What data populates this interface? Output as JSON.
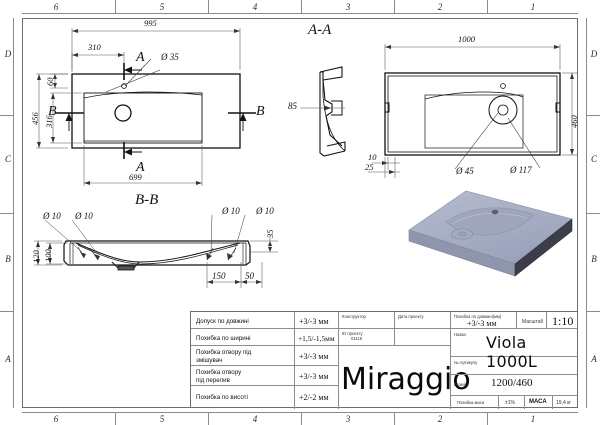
{
  "sheet": {
    "zones_top": [
      "6",
      "5",
      "4",
      "3",
      "2",
      "1"
    ],
    "zones_bottom": [
      "6",
      "5",
      "4",
      "3",
      "2",
      "1"
    ],
    "zones_left": [
      "D",
      "C",
      "B",
      "A"
    ],
    "zones_right": [
      "D",
      "C",
      "B",
      "A"
    ]
  },
  "views": {
    "top_view": {
      "dims": {
        "overall_length": "995",
        "offset_left": "310",
        "offset_top": "60",
        "overall_width": "456",
        "bowl_width": "316",
        "bowl_length": "699",
        "tap_hole": "Ø 35"
      },
      "section_marks": {
        "a": "A",
        "a2": "A",
        "b": "B",
        "b2": "B"
      }
    },
    "section_aa": {
      "title": "A-A",
      "dims": {
        "height_85": "85"
      }
    },
    "front_view": {
      "dims": {
        "length": "1000",
        "height": "460",
        "lip_10": "10",
        "lip_25": "25",
        "overflow": "Ø 45",
        "bowl_hole": "Ø 117"
      }
    },
    "section_bb": {
      "title": "B-B",
      "dims": {
        "d10_a": "Ø 10",
        "d10_b": "Ø 10",
        "d10_c": "Ø 10",
        "d10_d": "Ø 10",
        "h_120": "120",
        "h_100": "100",
        "h_35": "35",
        "w_150": "150",
        "w_50": "50"
      }
    }
  },
  "title_block": {
    "tolerances": [
      {
        "label": "Допуск по довжині",
        "value": "+3/-3 мм"
      },
      {
        "label": "Похибка по ширині",
        "value": "+1,5/-1,5мм"
      },
      {
        "label": "Похибка отвору під\nзмішувач",
        "value": "+3/-3 мм"
      },
      {
        "label": "Похибка отвору\nпід перелив",
        "value": "+3/-3 мм"
      },
      {
        "label": "Похибка по висоті",
        "value": "+2/-2 мм"
      }
    ],
    "constructor_label": "Конструктор",
    "constructor_value": "",
    "project_id_label": "ID проекту",
    "project_id_value": "01115",
    "date_label": "Дата проекту",
    "date_value": "",
    "brand": "Miraggio",
    "len_tol_label": "Похибка по довжині(мм)",
    "len_tol_value": "+3/-3 мм",
    "scale_label": "Масштаб",
    "scale_value": "1:10",
    "name_label": "Назва",
    "name_value": "Viola 1000L",
    "article_label": "№ Артикулу",
    "article_value": "",
    "size_label": "Розмір",
    "size_value": "1200/460",
    "mass_tol_label": "Похибка маси",
    "mass_tol_value": "±1%",
    "mass_label": "МАСА",
    "mass_value": "19,4 кг"
  },
  "colors": {
    "render_top": "#a9b0c6",
    "render_side": "#8f96ad",
    "render_dark": "#3a3d47",
    "frame": "#6e6e6e",
    "line": "#1a1a1a"
  }
}
